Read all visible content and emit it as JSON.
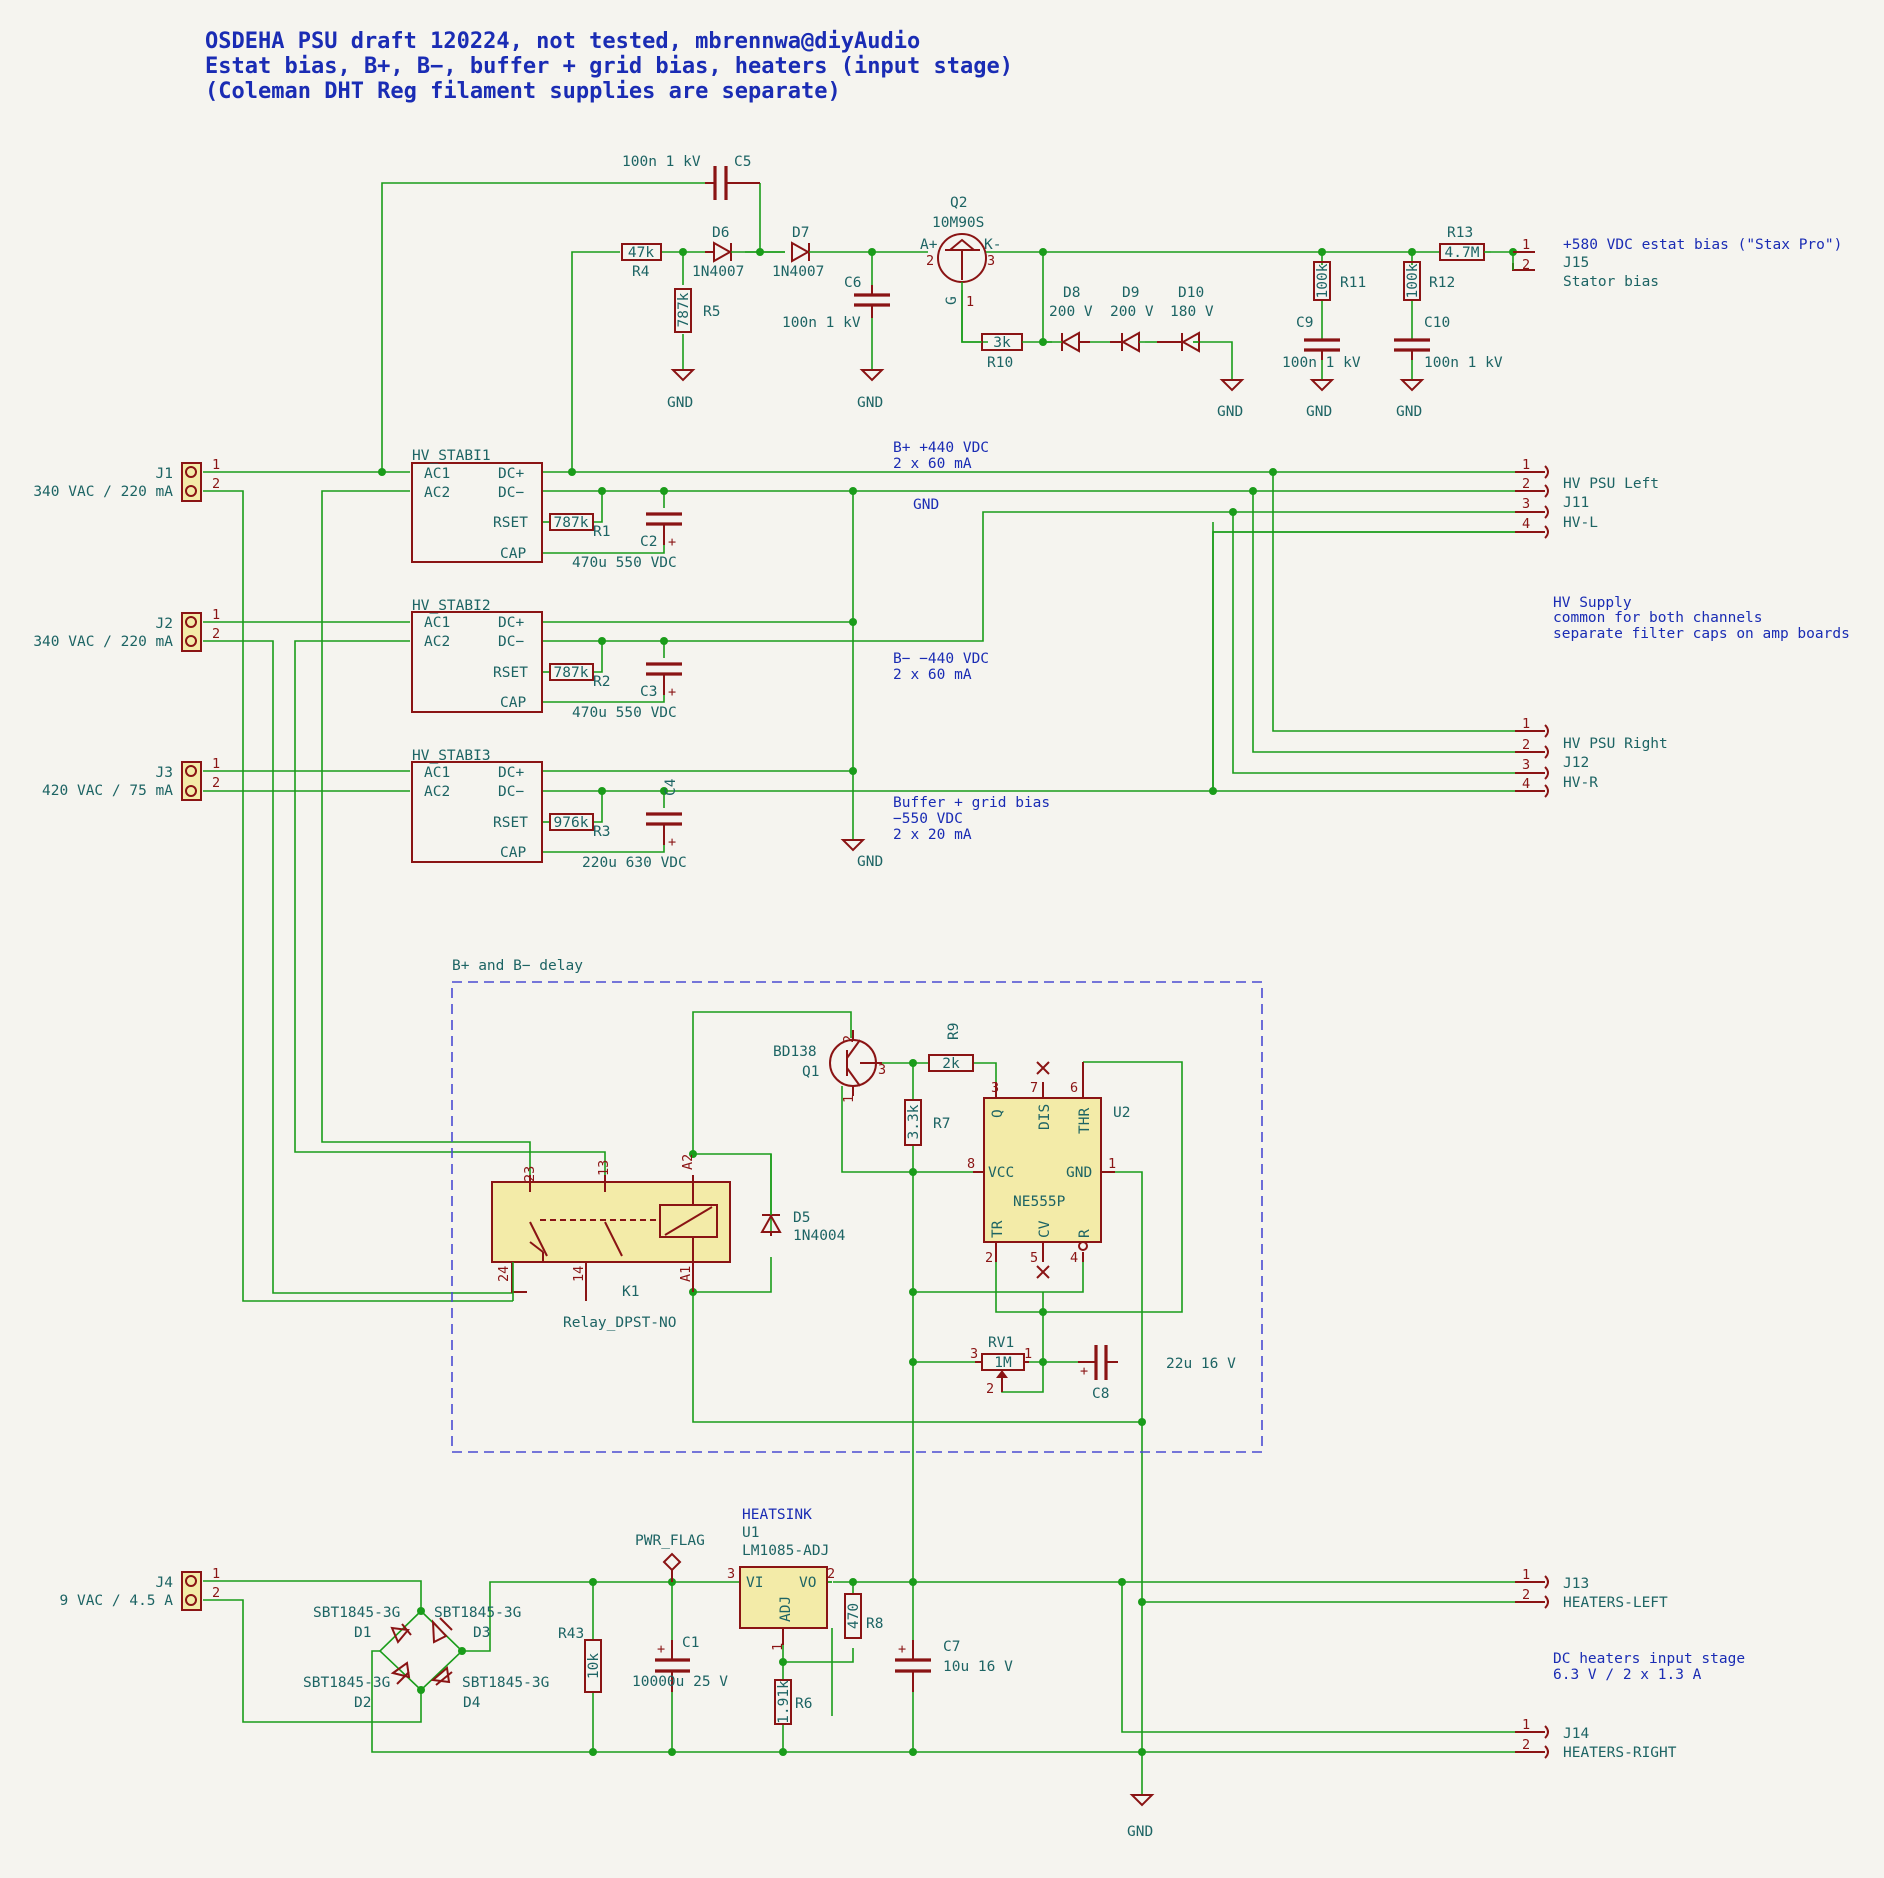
{
  "title": {
    "line1": "OSDEHA PSU draft 120224, not tested, mbrennwa@diyAudio",
    "line2": "Estat bias, B+, B−, buffer + grid bias, heaters (input stage)",
    "line3": "(Coleman DHT Reg filament supplies are separate)"
  },
  "connectors": {
    "J1": {
      "ref": "J1",
      "value": "340 VAC / 220 mA"
    },
    "J2": {
      "ref": "J2",
      "value": "340 VAC / 220 mA"
    },
    "J3": {
      "ref": "J3",
      "value": "420 VAC / 75 mA"
    },
    "J4": {
      "ref": "J4",
      "value": "9 VAC / 4.5 A"
    },
    "J11": {
      "ref": "J11",
      "value": "HV-L",
      "label": "HV PSU Left"
    },
    "J12": {
      "ref": "J12",
      "value": "HV-R",
      "label": "HV PSU Right"
    },
    "J13": {
      "ref": "J13",
      "value": "HEATERS-LEFT"
    },
    "J14": {
      "ref": "J14",
      "value": "HEATERS-RIGHT"
    },
    "J15": {
      "ref": "J15",
      "value": "Stator bias",
      "label": "+580 VDC estat bias (\"Stax Pro\")"
    }
  },
  "modules": {
    "stab1": "HV_STABI1",
    "stab2": "HV_STABI2",
    "stab3": "HV_STABI3",
    "pins": {
      "ac1": "AC1",
      "ac2": "AC2",
      "dcp": "DC+",
      "dcm": "DC−",
      "rset": "RSET",
      "cap": "CAP"
    }
  },
  "resistors": {
    "R1": {
      "ref": "R1",
      "value": "787k"
    },
    "R2": {
      "ref": "R2",
      "value": "787k"
    },
    "R3": {
      "ref": "R3",
      "value": "976k"
    },
    "R4": {
      "ref": "R4",
      "value": "47k"
    },
    "R5": {
      "ref": "R5",
      "value": "787k"
    },
    "R6": {
      "ref": "R6",
      "value": "1.91k"
    },
    "R7": {
      "ref": "R7",
      "value": "3.3k"
    },
    "R8": {
      "ref": "R8",
      "value": "470"
    },
    "R9": {
      "ref": "R9",
      "value": "2k"
    },
    "R10": {
      "ref": "R10",
      "value": "3k"
    },
    "R11": {
      "ref": "R11",
      "value": "100k"
    },
    "R12": {
      "ref": "R12",
      "value": "100k"
    },
    "R13": {
      "ref": "R13",
      "value": "4.7M"
    },
    "R43": {
      "ref": "R43",
      "value": "10k"
    },
    "RV1": {
      "ref": "RV1",
      "value": "1M"
    }
  },
  "capacitors": {
    "C1": {
      "ref": "C1",
      "value": "10000u 25 V"
    },
    "C2": {
      "ref": "C2",
      "value": "470u 550 VDC"
    },
    "C3": {
      "ref": "C3",
      "value": "470u 550 VDC"
    },
    "C4": {
      "ref": "C4",
      "value": "220u 630 VDC"
    },
    "C5": {
      "ref": "C5",
      "value": "100n 1 kV"
    },
    "C6": {
      "ref": "C6",
      "value": "100n 1 kV"
    },
    "C7": {
      "ref": "C7",
      "value": "10u 16 V"
    },
    "C8": {
      "ref": "C8",
      "value": "22u 16 V"
    },
    "C9": {
      "ref": "C9",
      "value": "100n 1 kV"
    },
    "C10": {
      "ref": "C10",
      "value": "100n 1 kV"
    }
  },
  "diodes": {
    "D1": {
      "ref": "D1",
      "value": "SBT1845-3G"
    },
    "D2": {
      "ref": "D2",
      "value": "SBT1845-3G"
    },
    "D3": {
      "ref": "D3",
      "value": "SBT1845-3G"
    },
    "D4": {
      "ref": "D4",
      "value": "SBT1845-3G"
    },
    "D5": {
      "ref": "D5",
      "value": "1N4004"
    },
    "D6": {
      "ref": "D6",
      "value": "1N4007"
    },
    "D7": {
      "ref": "D7",
      "value": "1N4007"
    },
    "D8": {
      "ref": "D8",
      "value": "200 V"
    },
    "D9": {
      "ref": "D9",
      "value": "200 V"
    },
    "D10": {
      "ref": "D10",
      "value": "180 V"
    }
  },
  "semis": {
    "Q1": {
      "ref": "Q1",
      "value": "BD138"
    },
    "Q2": {
      "ref": "Q2",
      "value": "10M90S"
    },
    "U1": {
      "ref": "U1",
      "value": "LM1085-ADJ",
      "note": "HEATSINK"
    },
    "U2": {
      "ref": "U2",
      "value": "NE555P"
    },
    "K1": {
      "ref": "K1",
      "value": "Relay_DPST-NO"
    }
  },
  "pin_labels": {
    "q2_a": "A+",
    "q2_k": "K-",
    "q2_g": "G",
    "u1_vi": "VI",
    "u1_vo": "VO",
    "u1_adj": "ADJ",
    "u2_q": "Q",
    "u2_dis": "DIS",
    "u2_thr": "THR",
    "u2_vcc": "VCC",
    "u2_gnd": "GND",
    "u2_tr": "TR",
    "u2_cv": "CV",
    "u2_r": "R",
    "k1_23": "23",
    "k1_13": "13",
    "k1_a2": "A2",
    "k1_24": "24",
    "k1_14": "14",
    "k1_a1": "A1",
    "p1": "1",
    "p2": "2",
    "p3": "3",
    "p4": "4",
    "p5": "5",
    "p6": "6",
    "p7": "7",
    "p8": "8"
  },
  "power": {
    "gnd": "GND",
    "pwr_flag": "PWR_FLAG"
  },
  "notes": {
    "bplus_1": "B+ +440 VDC",
    "bplus_2": "2 x 60 mA",
    "gnd_rail": "GND",
    "bminus_1": "B− −440 VDC",
    "bminus_2": "2 x 60 mA",
    "buffer_1": "Buffer + grid bias",
    "buffer_2": "−550 VDC",
    "buffer_3": "2 x 20 mA",
    "hv_1": "HV Supply",
    "hv_2": "common for both channels",
    "hv_3": "separate filter caps on amp boards",
    "delay": "B+ and B− delay",
    "dc_1": "DC heaters input stage",
    "dc_2": "6.3 V / 2 x 1.3 A"
  },
  "colors": {
    "wire": "#1a9c1a",
    "component": "#8a1414",
    "text": "#1d6464",
    "note": "#1a2cb4",
    "body_fill": "#f3eba8",
    "background": "#f5f4ef"
  }
}
